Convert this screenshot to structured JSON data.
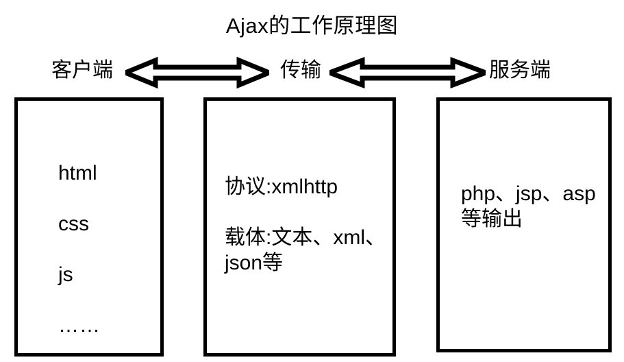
{
  "diagram": {
    "title": "Ajax的工作原理图",
    "theme": {
      "background": "#ffffff",
      "stroke": "#000000",
      "fill": "#ffffff"
    },
    "nodes": [
      {
        "id": "client",
        "label": "客户端",
        "items": [
          "html",
          "css",
          "js",
          "……"
        ]
      },
      {
        "id": "transport",
        "label": "传输",
        "items": [
          "协议:xmlhttp",
          "载体:文本、xml、json等"
        ]
      },
      {
        "id": "server",
        "label": "服务端",
        "items": [
          "php、jsp、asp等输出"
        ]
      }
    ],
    "connectors": [
      {
        "id": "client-transport",
        "from": "客户端",
        "to": "传输",
        "style": "double-headed-arrow"
      },
      {
        "id": "transport-server",
        "from": "传输",
        "to": "服务端",
        "style": "double-headed-arrow"
      }
    ]
  }
}
